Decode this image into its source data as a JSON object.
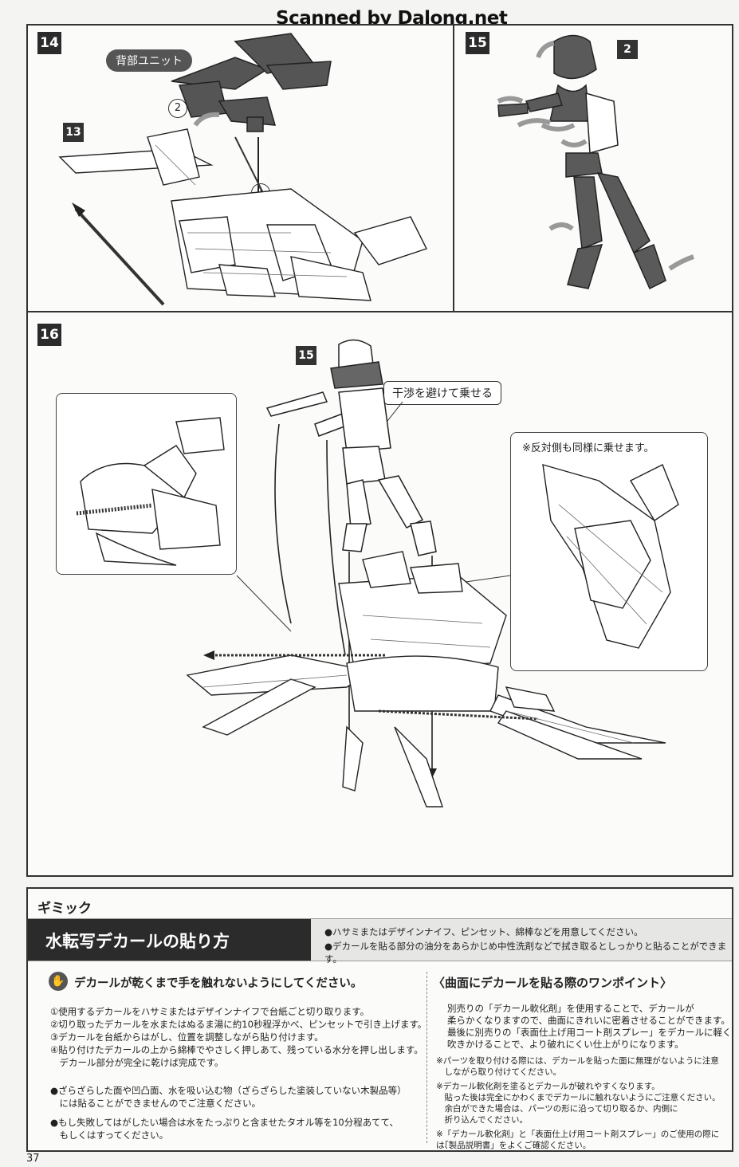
{
  "watermark": "Scanned by Dalong.net",
  "page_number": "37",
  "step14": {
    "number": "14",
    "part_label": "背部ユニット",
    "ref_number": "13",
    "arrow_step_1": "1",
    "arrow_step_2": "2"
  },
  "step15": {
    "number": "15",
    "ref_number": "2"
  },
  "step16": {
    "number": "16",
    "ref_number": "15",
    "callout_main": "干渉を避けて乗せる",
    "callout_inset": "※反対側も同様に乗せます。"
  },
  "gimmick": {
    "heading": "ギミック",
    "banner_title": "水転写デカールの貼り方",
    "banner_notes": [
      "●ハサミまたはデザインナイフ、ピンセット、綿棒などを用意してください。",
      "●デカールを貼る部分の油分をあらかじめ中性洗剤などで拭き取るとしっかりと貼ることができます。"
    ],
    "warning": "デカールが乾くまで手を触れないようにしてください。",
    "steps": [
      "①使用するデカールをハサミまたはデザインナイフで台紙ごと切り取ります。",
      "②切り取ったデカールを水またはぬるま湯に約10秒程浮かべ、ピンセットで引き上げます。",
      "③デカールを台紙からはがし、位置を調整しながら貼り付けます。",
      "④貼り付けたデカールの上から綿棒でやさしく押しあて、残っている水分を押し出します。",
      "　デカール部分が完全に乾けば完成です。"
    ],
    "notes": [
      "●ざらざらした面や凹凸面、水を吸い込む物（ざらざらした塗装していない木製品等）",
      "　には貼ることができませんのでご注意ください。",
      "●もし失敗してはがしたい場合は水をたっぷりと含ませたタオル等を10分程あてて、",
      "　もしくはすってください。"
    ],
    "tip_title": "〈曲面にデカールを貼る際のワンポイント〉",
    "tip_body": [
      "別売りの「デカール軟化剤」を使用することで、デカールが",
      "柔らかくなりますので、曲面にきれいに密着させることができます。",
      "最後に別売りの「表面仕上げ用コート剤スプレー」をデカールに軽く",
      "吹きかけることで、より破れにくい仕上がりになります。"
    ],
    "tip_notes": [
      "※パーツを取り付ける際には、デカールを貼った面に無理がないように注意",
      "　しながら取り付けてください。",
      "※デカール軟化剤を塗るとデカールが破れやすくなります。",
      "　貼った後は完全にかわくまでデカールに触れないようにご注意ください。",
      "　余白ができた場合は、パーツの形に沿って切り取るか、内側に",
      "　折り込んでください。",
      "※「デカール軟化剤」と「表面仕上げ用コート剤スプレー」のご使用の際には、",
      "　「製品説明書」をよくご確認ください。"
    ]
  }
}
